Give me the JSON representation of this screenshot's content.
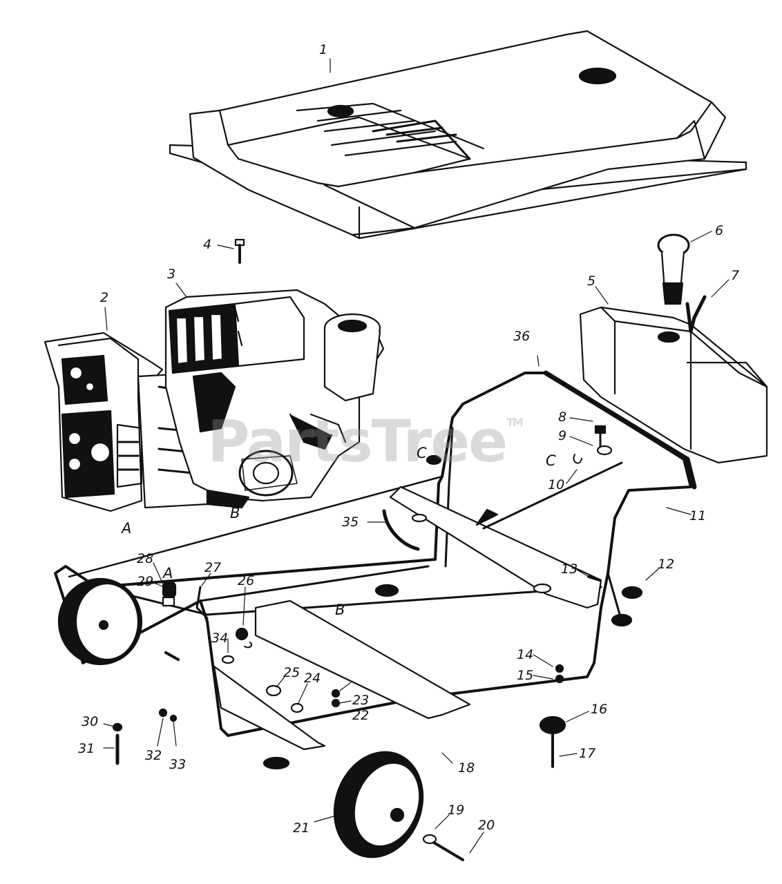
{
  "diagram": {
    "watermark": "PartsTree",
    "watermark_mark": "TM",
    "callouts": {
      "c1": "1",
      "c2": "2",
      "c3": "3",
      "c4": "4",
      "c5": "5",
      "c6": "6",
      "c7": "7",
      "c8": "8",
      "c9": "9",
      "c10": "10",
      "c11": "11",
      "c12": "12",
      "c13": "13",
      "c14": "14",
      "c15": "15",
      "c16": "16",
      "c17": "17",
      "c18": "18",
      "c19": "19",
      "c20": "20",
      "c21": "21",
      "c22": "22",
      "c23": "23",
      "c24": "24",
      "c25": "25",
      "c26": "26",
      "c27": "27",
      "c28": "28",
      "c29": "29",
      "c30": "30",
      "c31": "31",
      "c32": "32",
      "c33": "33",
      "c34": "34",
      "c35": "35",
      "c36": "36"
    },
    "connectors": {
      "a_left": "A",
      "a_top": "A",
      "b_engine": "B",
      "b_frame": "B",
      "c_left": "C",
      "c_right": "C"
    }
  }
}
